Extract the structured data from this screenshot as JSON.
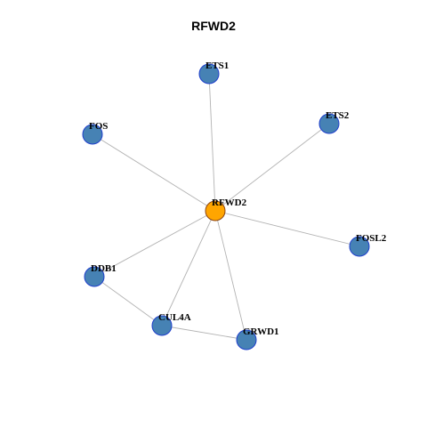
{
  "title": "RFWD2",
  "nodes": [
    {
      "id": "RFWD2",
      "label": "RFWD2",
      "role": "center"
    },
    {
      "id": "ETS1",
      "label": "ETS1",
      "role": "neighbor"
    },
    {
      "id": "ETS2",
      "label": "ETS2",
      "role": "neighbor"
    },
    {
      "id": "FOS",
      "label": "FOS",
      "role": "neighbor"
    },
    {
      "id": "FOSL2",
      "label": "FOSL2",
      "role": "neighbor"
    },
    {
      "id": "DDB1",
      "label": "DDB1",
      "role": "neighbor"
    },
    {
      "id": "CUL4A",
      "label": "CUL4A",
      "role": "neighbor"
    },
    {
      "id": "GRWD1",
      "label": "GRWD1",
      "role": "neighbor"
    }
  ],
  "edges": [
    [
      "RFWD2",
      "ETS1"
    ],
    [
      "RFWD2",
      "ETS2"
    ],
    [
      "RFWD2",
      "FOS"
    ],
    [
      "RFWD2",
      "FOSL2"
    ],
    [
      "RFWD2",
      "DDB1"
    ],
    [
      "RFWD2",
      "CUL4A"
    ],
    [
      "RFWD2",
      "GRWD1"
    ],
    [
      "DDB1",
      "CUL4A"
    ],
    [
      "CUL4A",
      "GRWD1"
    ]
  ],
  "colors": {
    "center_fill": "#FFA500",
    "center_stroke": "#8B4513",
    "neighbor_fill": "#4682B4",
    "neighbor_stroke": "#1F3FCC",
    "edge": "#B3B3B3"
  }
}
